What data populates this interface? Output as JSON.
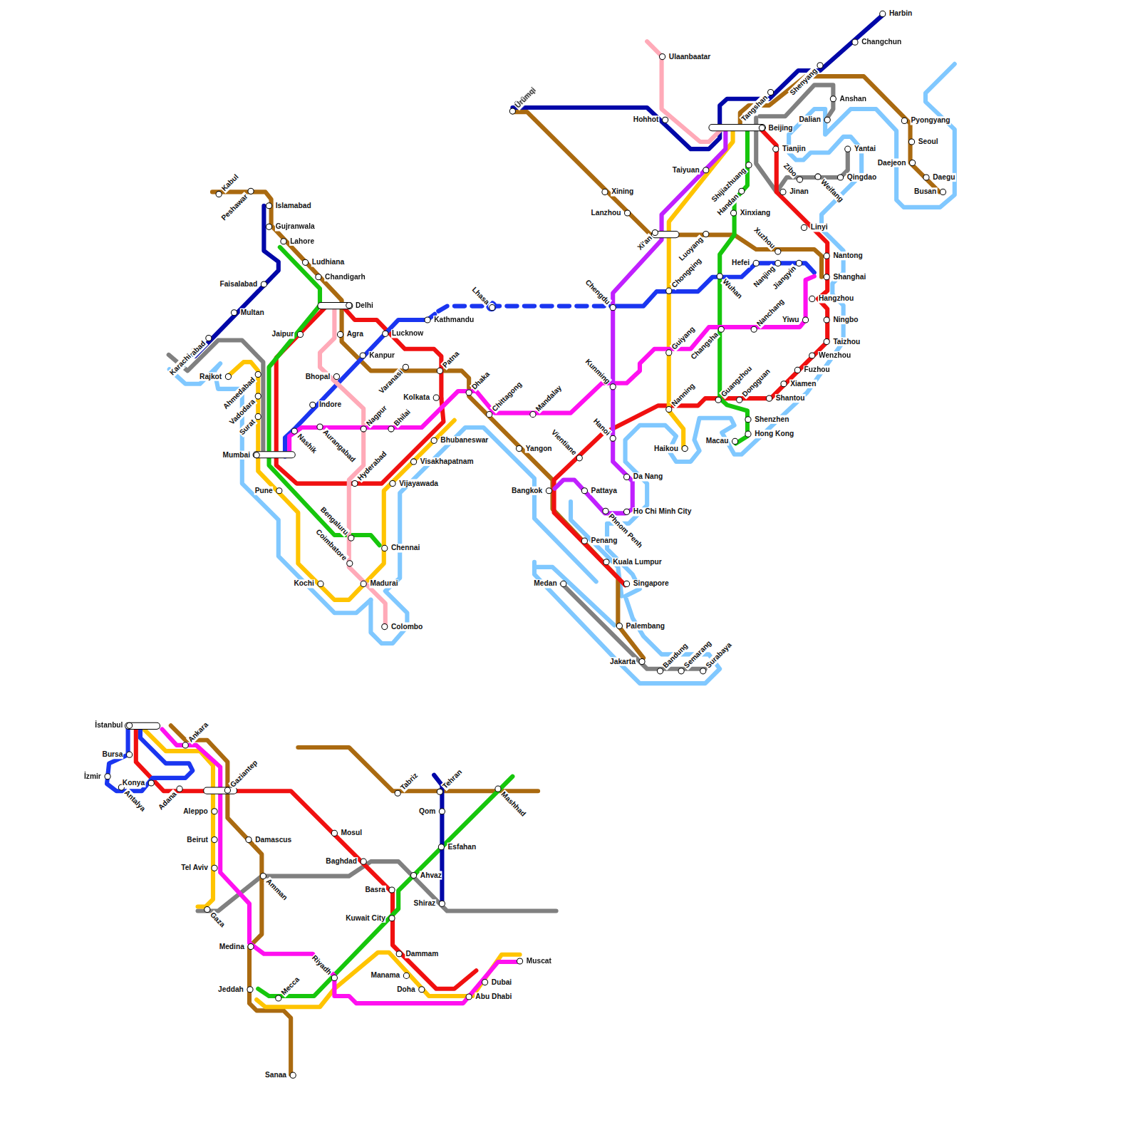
{
  "diagram": {
    "labels": [
      "Kabul",
      "Peshawar",
      "Islamabad",
      "Gujranwala",
      "Lahore",
      "Faisalabad",
      "Multan",
      "Hyderabad",
      "Karachi",
      "Ludhiana",
      "Chandigarh",
      "Delhi",
      "Jaipur",
      "Agra",
      "Lucknow",
      "Kathmandu",
      "Kanpur",
      "Varanasi",
      "Patna",
      "Bhopal",
      "Rajkot",
      "Ahmedabad",
      "Vadodara",
      "Surat",
      "Mumbai",
      "Indore",
      "Nashik",
      "Aurangabad",
      "Nagpur",
      "Bhilai",
      "Kolkata",
      "Dhaka",
      "Chittagong",
      "Bhubaneswar",
      "Visakhapatnam",
      "Pune",
      "Hyderabad",
      "Vijayawada",
      "Bengaluru",
      "Coimbatore",
      "Chennai",
      "Kochi",
      "Madurai",
      "Colombo",
      "Mandalay",
      "Yangon",
      "Ürümqi",
      "Hohhot",
      "Ulaanbaatar",
      "Xining",
      "Lanzhou",
      "Taiyuan",
      "Beijing",
      "Tangshan",
      "Shenyang",
      "Harbin",
      "Changchun",
      "Anshan",
      "Dalian",
      "Pyongyang",
      "Seoul",
      "Daejeon",
      "Daegu",
      "Busan",
      "Tianjin",
      "Yantai",
      "Shijiazhuang",
      "Zibo",
      "Qingdao",
      "Weifang",
      "Jinan",
      "Handan",
      "Xinxiang",
      "Xi'an",
      "Luoyang",
      "Xuzhou",
      "Linyi",
      "Nantong",
      "Shanghai",
      "Hefei",
      "Nanjing",
      "Jiangyin",
      "Hangzhou",
      "Chongqing",
      "Wuhan",
      "Chengdu",
      "Lhasa",
      "Ningbo",
      "Yiwu",
      "Nanchang",
      "Changsha",
      "Guiyang",
      "Taizhou",
      "Wenzhou",
      "Fuzhou",
      "Kunming",
      "Xiamen",
      "Shantou",
      "Nanning",
      "Guangzhou",
      "Dongguan",
      "Shenzhen",
      "Hong Kong",
      "Macau",
      "Haikou",
      "Hanoi",
      "Vientiane",
      "Da Nang",
      "Bangkok",
      "Pattaya",
      "Ho Chi Minh City",
      "Phnom Penh",
      "Penang",
      "Kuala Lumpur",
      "Medan",
      "Singapore",
      "Palembang",
      "Jakarta",
      "Bandung",
      "Semarang",
      "Surabaya",
      "İstanbul",
      "Ankara",
      "Bursa",
      "İzmir",
      "Konya",
      "Antalya",
      "Adana",
      "Gaziantep",
      "Aleppo",
      "Beirut",
      "Damascus",
      "Tel Aviv",
      "Amman",
      "Gaza",
      "Mosul",
      "Tabriz",
      "Tehran",
      "Mashhad",
      "Qom",
      "Esfahan",
      "Baghdad",
      "Ahvaz",
      "Basra",
      "Shiraz",
      "Kuwait City",
      "Medina",
      "Dammam",
      "Riyadh",
      "Manama",
      "Dubai",
      "Jeddah",
      "Mecca",
      "Doha",
      "Abu Dhabi",
      "Muscat",
      "Sanaa"
    ]
  }
}
